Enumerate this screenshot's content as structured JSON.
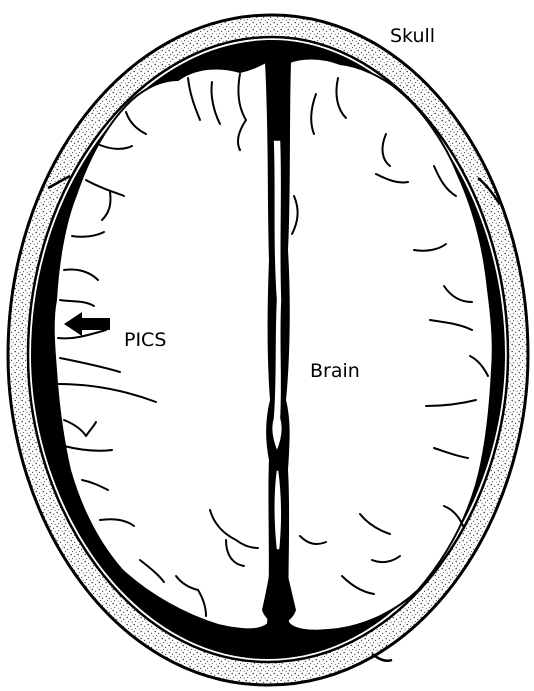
{
  "labels": {
    "skull": "Skull",
    "pics": "PICS",
    "brain": "Brain"
  },
  "colors": {
    "ink": "#000000",
    "paper": "#ffffff",
    "bone_stipple": "#3a3a3a"
  }
}
